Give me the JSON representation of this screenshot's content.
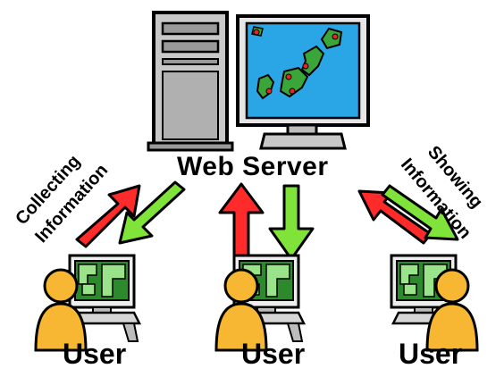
{
  "server": {
    "label": "Web Server"
  },
  "arrows": {
    "left": "Collecting",
    "left2": "Information",
    "right": "Showing",
    "right2": "Information"
  },
  "users": [
    {
      "label": "User"
    },
    {
      "label": "User"
    },
    {
      "label": "User"
    }
  ],
  "colors": {
    "arrow_up": "#ff2a2a",
    "arrow_down": "#7fe33a",
    "sea": "#2aa6e6",
    "land": "#3aa63a",
    "person": "#f7b733",
    "server_gray": "#c8c8c8"
  },
  "icons": [
    "server-tower-icon",
    "monitor-map-icon",
    "user-person-icon",
    "computer-terminal-icon"
  ]
}
